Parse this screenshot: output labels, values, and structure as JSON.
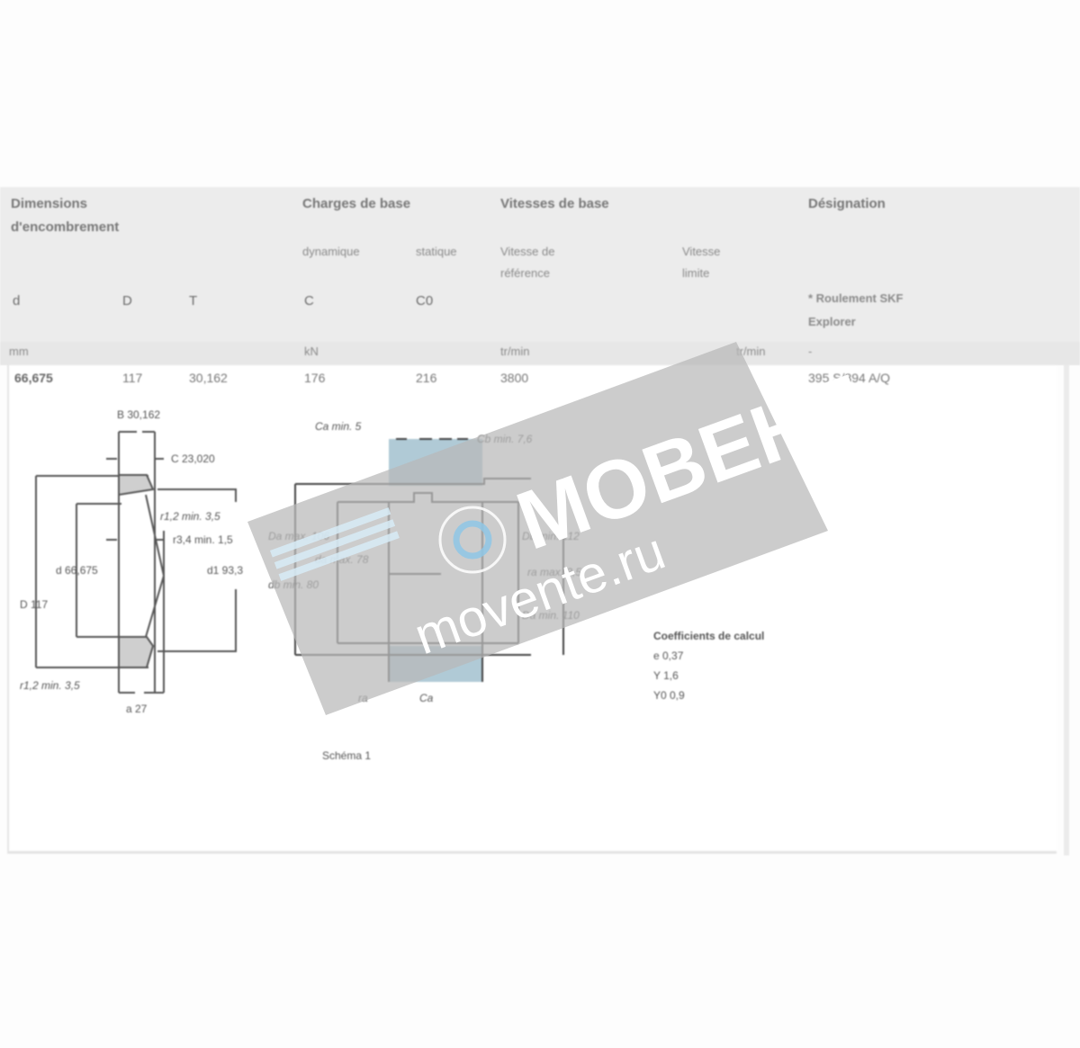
{
  "table": {
    "groups": [
      {
        "id": "dims",
        "label_line1": "Dimensions",
        "label_line2": "d'encombrement"
      },
      {
        "id": "loads",
        "label": "Charges de base"
      },
      {
        "id": "speeds",
        "label": "Vitesses de base"
      },
      {
        "id": "designation",
        "label": "Désignation"
      }
    ],
    "subgroups": {
      "dynamic": "dynamique",
      "static": "statique",
      "ref_speed_line1": "Vitesse de",
      "ref_speed_line2": "référence",
      "limit_speed_line1": "Vitesse",
      "limit_speed_line2": "limite"
    },
    "columns": [
      "d",
      "D",
      "T",
      "C",
      "C0"
    ],
    "designation_note_line1": "* Roulement SKF",
    "designation_note_line2": "Explorer",
    "units": {
      "dims": "mm",
      "loads": "kN",
      "speeds": "tr/min",
      "limit": "tr/min",
      "designation": "-"
    },
    "row": {
      "d": "66,675",
      "D": "117",
      "T": "30,162",
      "C": "176",
      "C0": "216",
      "ref_speed": "3800",
      "limit_speed": "",
      "designation": "395 S/394 A/Q"
    }
  },
  "drawing_left": {
    "labels": {
      "B": "B 30,162",
      "C": "C 23,020",
      "r1": "r1,2 min. 3,5",
      "r34": "r3,4 min. 1,5",
      "d": "d 66,675",
      "D": "D 117",
      "d1": "d1 93,3",
      "a": "a 27"
    }
  },
  "drawing_right": {
    "labels": {
      "c_a_min": "Ca min. 5",
      "c_b_min": "Cb min. 7,6",
      "d_a_max": "da max. 78",
      "d_b_min": "db min. 80",
      "D_a_max": "Da max. 106",
      "D_a_min": "Da min. 110",
      "D_b_min": "Db min. 112",
      "ra_max": "ra max. 3,5",
      "rb_max": "rb max. 1,5",
      "r_a": "ra",
      "c_a": "Ca"
    },
    "caption": "Schéma 1"
  },
  "calc_factors": {
    "title": "Coefficients de calcul",
    "e": "e 0,37",
    "Y": "Y 1,6",
    "Y0": "Y0 0,9"
  },
  "watermark": {
    "brand": "МОВЕНТ",
    "url": "movente.ru",
    "band_color": "#b8b8b8",
    "logo_color": "#8fc7e6"
  }
}
